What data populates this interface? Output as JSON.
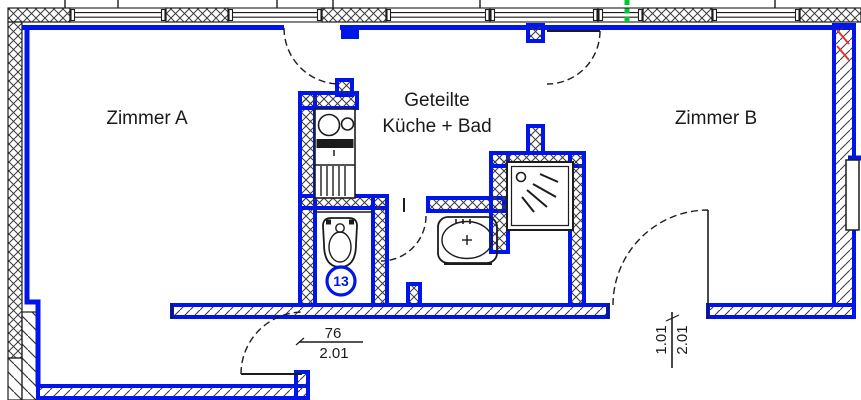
{
  "plan": {
    "rooms": {
      "room_a": "Zimmer A",
      "shared_line1": "Geteilte",
      "shared_line2": "Küche + Bad",
      "room_b": "Zimmer B"
    },
    "annotations": {
      "wc_number": "13",
      "door_a_width": "76",
      "door_a_height": "2.01",
      "door_b_width": "1.01",
      "door_b_height": "2.01"
    },
    "colors": {
      "wall_blue": "#0016e8",
      "line_black": "#1c1c1c",
      "marker_green": "#00c832",
      "marker_red": "#e83030"
    }
  }
}
